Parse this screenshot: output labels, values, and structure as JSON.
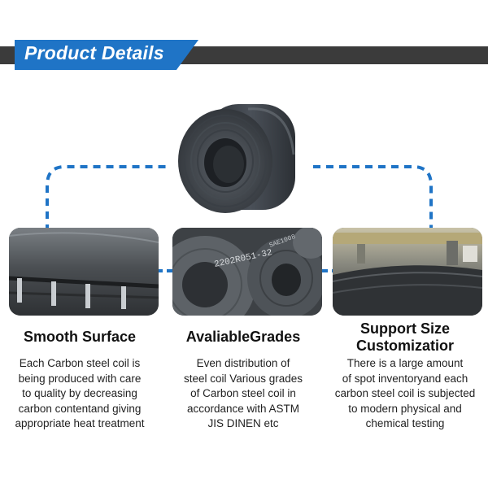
{
  "header": {
    "title": "Product Details",
    "accent_color": "#1f74c6",
    "bar_color": "#3b3b3b"
  },
  "connector_color": "#1f74c6",
  "hero_image": {
    "icon": "steel-coil-image"
  },
  "features": [
    {
      "image": "smooth-surface-coil-photo",
      "title": "Smooth Surface",
      "description": [
        "Each Carbon steel coil is",
        "being produced with care",
        "to quality by decreasing",
        "carbon contentand giving",
        "appropriate heat treatment"
      ]
    },
    {
      "image": "stamped-grade-coil-photo",
      "photo_stamps": [
        "2202R051-32",
        "SAE1008"
      ],
      "title": "AvaliableGrades",
      "description": [
        "Even distribution of",
        "steel coil Various grades",
        "of Carbon steel coil in",
        "accordance with ASTM",
        "JIS DINEN etc"
      ]
    },
    {
      "image": "rolling-mill-sheet-photo",
      "title_lines": [
        "Support Size",
        "Customizatior"
      ],
      "description": [
        "There is a large amount",
        "of spot inventoryand each",
        "carbon steel coil is subjected",
        "to modern physical and",
        "chemical testing"
      ]
    }
  ]
}
